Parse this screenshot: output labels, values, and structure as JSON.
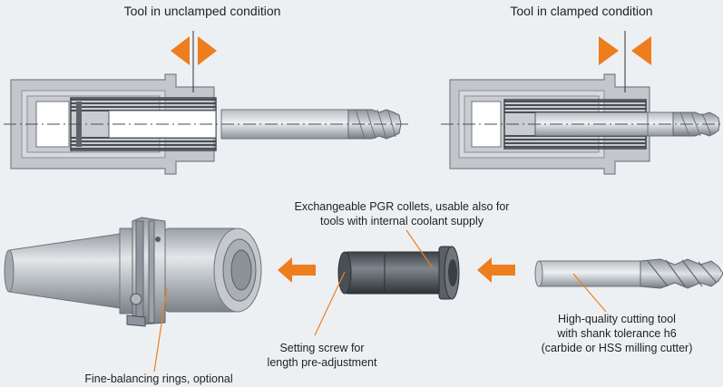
{
  "titles": {
    "unclamped": "Tool in unclamped condition",
    "clamped": "Tool in clamped condition"
  },
  "labels": {
    "collets": [
      "Exchangeable PGR collets, usable also for",
      "tools with internal coolant supply"
    ],
    "setting_screw": [
      "Setting screw for",
      "length pre-adjustment"
    ],
    "cutting_tool": [
      "High-quality cutting tool",
      "with shank tolerance h6",
      "(carbide or HSS milling cutter)"
    ],
    "balancing": "Fine-balancing rings, optional"
  },
  "colors": {
    "accent_arrow": "#ee7d1e",
    "background": "#edf0f3",
    "label_line": "#ee7d1e"
  }
}
